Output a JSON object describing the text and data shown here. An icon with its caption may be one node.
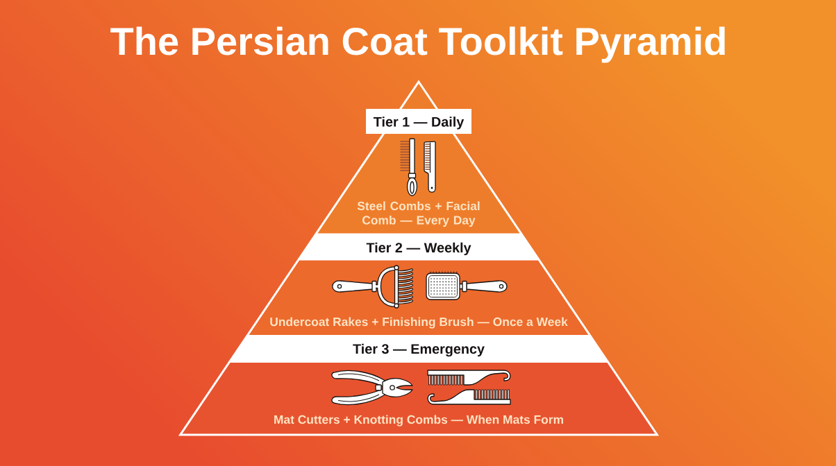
{
  "diagram": {
    "title": "The Persian Coat Toolkit Pyramid",
    "nodes": [
      {
        "text": [
          "Tier 1 — Daily",
          "Steel Combs + Facial Comb — Every Day"
        ]
      },
      {
        "text": [
          "Tier 2 — Weekly",
          "Undercoat Rakes + Finishing Brush — Once a Week"
        ]
      },
      {
        "text": [
          "Tier 3 — Emergency",
          "Mat Cutters + Knotting Combs — When Mats Form"
        ]
      }
    ]
  }
}
